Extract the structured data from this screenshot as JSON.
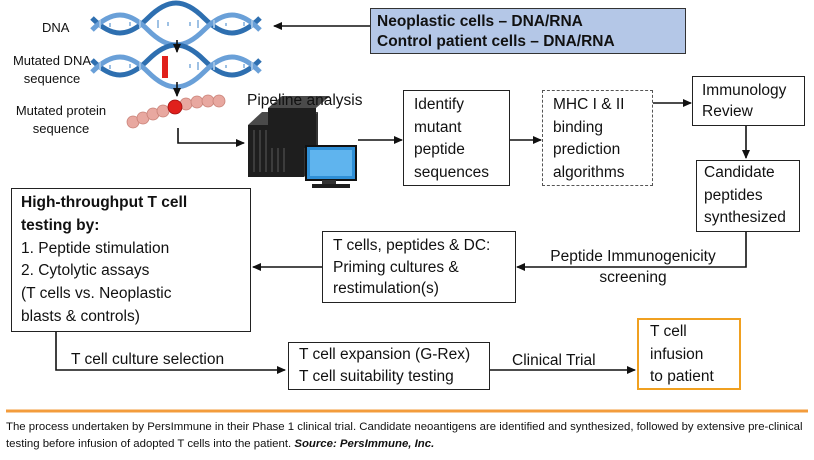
{
  "labels": {
    "dna": "DNA",
    "mutated_dna_line1": "Mutated DNA",
    "mutated_dna_line2": "sequence",
    "mutated_protein_line1": "Mutated protein",
    "mutated_protein_line2": "sequence",
    "pipeline": "Pipeline analysis",
    "t_cell_culture_selection": "T cell culture selection",
    "clinical_trial": "Clinical Trial",
    "peptide_screen_line1": "Peptide Immunogenicity",
    "peptide_screen_line2": "screening"
  },
  "boxes": {
    "source_line1": "Neoplastic cells – DNA/RNA",
    "source_line2": "Control patient cells – DNA/RNA",
    "identify": [
      "Identify",
      "mutant",
      "peptide",
      "sequences"
    ],
    "mhc": [
      "MHC I & II",
      "binding",
      "prediction",
      "algorithms"
    ],
    "immunology": [
      "Immunology",
      "Review"
    ],
    "candidate": [
      "Candidate",
      "peptides",
      "synthesized"
    ],
    "priming": [
      "T cells, peptides & DC:",
      "Priming cultures &",
      "restimulation(s)"
    ],
    "htp_title1": "High-throughput T cell",
    "htp_title2": "testing by:",
    "htp_items": [
      "1. Peptide stimulation",
      "2. Cytolytic assays",
      "(T cells vs. Neoplastic",
      "blasts & controls)"
    ],
    "expansion": [
      "T cell expansion (G-Rex)",
      "T cell suitability testing"
    ],
    "infusion": [
      "T cell",
      "infusion",
      "to patient"
    ]
  },
  "caption": {
    "text": "The process undertaken by PersImmune in their Phase 1 clinical trial. Candidate neoantigens are identified and synthesized, followed by extensive pre-clinical testing before infusion of adopted T cells into the patient.",
    "source": "Source: PersImmune, Inc."
  },
  "colors": {
    "source_box_fill": "#b4c7e7",
    "infusion_border": "#f0a020",
    "divider": "#f39c3c",
    "dna_blue": "#2e6fb0",
    "mutation_red": "#e0201c",
    "bead_pink": "#e8a8a0"
  }
}
